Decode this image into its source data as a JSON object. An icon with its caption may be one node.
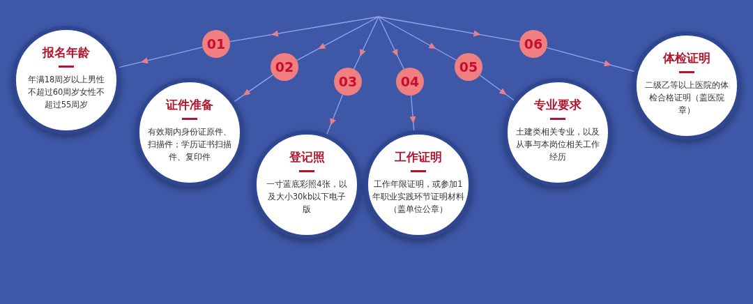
{
  "diagram": {
    "nodes": [
      {
        "text": [
          "01"
        ]
      },
      {
        "text": [
          "报名年龄",
          "年满18周岁以上男性不超过60周岁女性不超过55周岁"
        ]
      },
      {
        "text": [
          "02"
        ]
      },
      {
        "text": [
          "证件准备",
          "有效期内身份证原件、扫描件；学历证书扫描件、复印件"
        ]
      },
      {
        "text": [
          "03"
        ]
      },
      {
        "text": [
          "登记照",
          "一寸蓝底彩照4张，以及大小30kb以下电子版"
        ]
      },
      {
        "text": [
          "04"
        ]
      },
      {
        "text": [
          "工作证明",
          "工作年限证明，或参加1年职业实践环节证明材料（盖单位公章）"
        ]
      },
      {
        "text": [
          "05"
        ]
      },
      {
        "text": [
          "专业要求",
          "土建类相关专业，以及从事与本岗位相关工作经历"
        ]
      },
      {
        "text": [
          "06"
        ]
      },
      {
        "text": [
          "体检证明",
          "二级乙等以上医院的体检合格证明（盖医院章）"
        ]
      }
    ],
    "edges": [
      {
        "from": null,
        "to": 0,
        "arrow": "to"
      },
      {
        "from": 0,
        "to": 1,
        "arrow": "to"
      },
      {
        "from": null,
        "to": 2,
        "arrow": "to"
      },
      {
        "from": 2,
        "to": 3,
        "arrow": "to"
      },
      {
        "from": null,
        "to": 4,
        "arrow": "to"
      },
      {
        "from": 4,
        "to": 5,
        "arrow": "to"
      },
      {
        "from": null,
        "to": 6,
        "arrow": "to"
      },
      {
        "from": 6,
        "to": 7,
        "arrow": "to"
      },
      {
        "from": null,
        "to": 8,
        "arrow": "to"
      },
      {
        "from": 8,
        "to": 9,
        "arrow": "to"
      },
      {
        "from": null,
        "to": 10,
        "arrow": "to"
      },
      {
        "from": 10,
        "to": 11,
        "arrow": "to"
      }
    ]
  }
}
